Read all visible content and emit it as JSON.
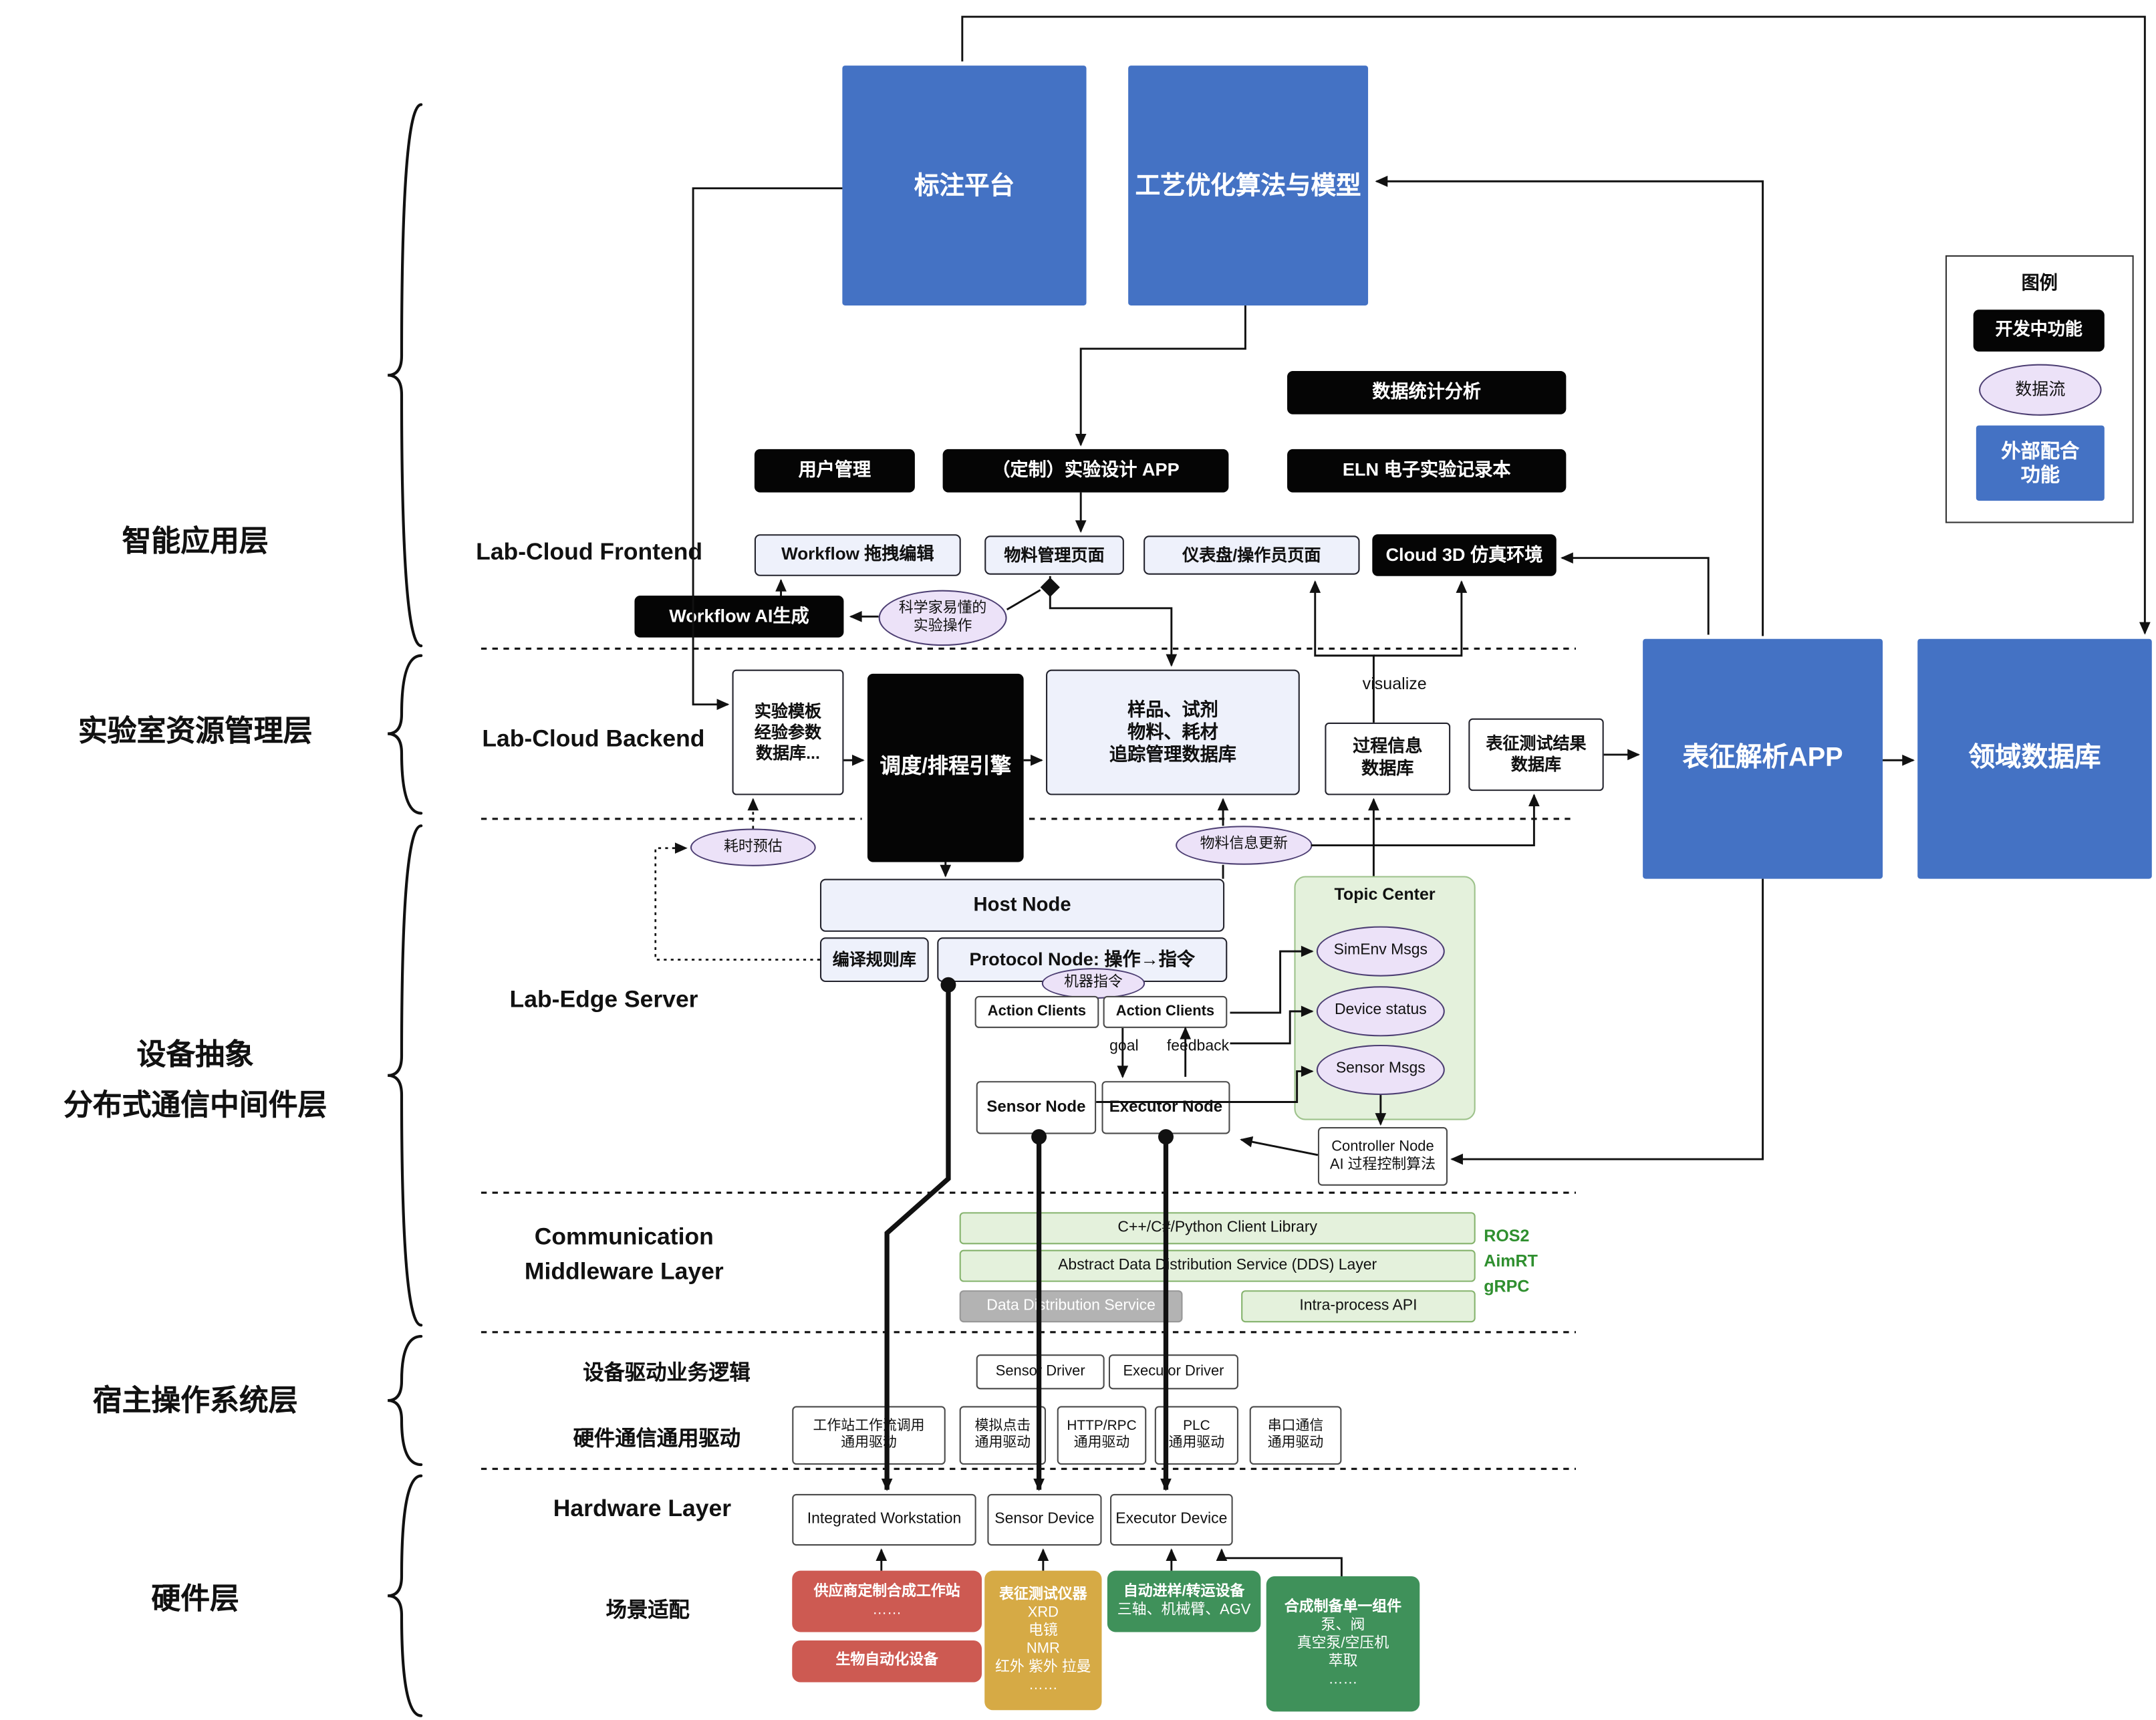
{
  "layers": {
    "app": "智能应用层",
    "resource": "实验室资源管理层",
    "middleware_line1": "设备抽象",
    "middleware_line2": "分布式通信中间件层",
    "host_os": "宿主操作系统层",
    "hardware": "硬件层"
  },
  "sections": {
    "frontend": "Lab-Cloud Frontend",
    "backend": "Lab-Cloud Backend",
    "edge": "Lab-Edge Server",
    "comm1": "Communication",
    "comm2": "Middleware Layer",
    "driver_logic": "设备驱动业务逻辑",
    "hw_comm": "硬件通信通用驱动",
    "hw_layer": "Hardware Layer",
    "scene": "场景适配"
  },
  "app_layer": {
    "annotation_platform": "标注平台",
    "process_opt": "工艺优化算法与模型",
    "data_stats": "数据统计分析",
    "user_mgmt": "用户管理",
    "exp_design": "（定制）实验设计 APP",
    "eln": "ELN 电子实验记录本",
    "workflow_edit": "Workflow 拖拽编辑",
    "material_page": "物料管理页面",
    "dashboard_page": "仪表盘/操作员页面",
    "cloud3d": "Cloud 3D 仿真环境",
    "workflow_ai": "Workflow AI生成",
    "sci_ops_line1": "科学家易懂的",
    "sci_ops_line2": "实验操作"
  },
  "backend_layer": {
    "template_db_line1": "实验模板",
    "template_db_line2": "经验参数",
    "template_db_line3": "数据库...",
    "scheduler": "调度/排程引擎",
    "sample_db_line1": "样品、试剂",
    "sample_db_line2": "物料、耗材",
    "sample_db_line3": "追踪管理数据库",
    "process_db_line1": "过程信息",
    "process_db_line2": "数据库",
    "charact_db_line1": "表征测试结果",
    "charact_db_line2": "数据库",
    "visualize": "visualize",
    "charact_app": "表征解析APP",
    "domain_db": "领域数据库",
    "time_estimate": "耗时预估",
    "material_update": "物料信息更新"
  },
  "edge_layer": {
    "host_node": "Host Node",
    "rule_lib": "编译规则库",
    "protocol_node": "Protocol Node: 操作→指令",
    "machine_cmd": "机器指令",
    "action_clients": "Action Clients",
    "goal": "goal",
    "feedback": "feedback",
    "sensor_node": "Sensor Node",
    "executor_node": "Executor Node",
    "topic_center": "Topic Center",
    "simenv_msgs": "SimEnv Msgs",
    "device_status": "Device status",
    "sensor_msgs": "Sensor Msgs",
    "controller_line1": "Controller Node",
    "controller_line2": "AI 过程控制算法"
  },
  "middleware": {
    "client_lib": "C++/C#/Python Client Library",
    "dds_layer": "Abstract Data Distribution Service (DDS) Layer",
    "dds_service": "Data Distribution Service",
    "intra_api": "Intra-process API",
    "ros2": "ROS2",
    "aimrt": "AimRT",
    "grpc": "gRPC"
  },
  "host_os_layer": {
    "sensor_driver": "Sensor Driver",
    "executor_driver": "Executor Driver",
    "hw_drivers": [
      {
        "l1": "工作站工作流调用",
        "l2": "通用驱动"
      },
      {
        "l1": "模拟点击",
        "l2": "通用驱动"
      },
      {
        "l1": "HTTP/RPC",
        "l2": "通用驱动"
      },
      {
        "l1": "PLC",
        "l2": "通用驱动"
      },
      {
        "l1": "串口通信",
        "l2": "通用驱动"
      }
    ]
  },
  "hardware_layer": {
    "workstation": "Integrated Workstation",
    "sensor_device": "Sensor Device",
    "executor_device": "Executor Device",
    "vendor_ws_line1": "供应商定制合成工作站",
    "vendor_ws_line2": "……",
    "bio_auto": "生物自动化设备",
    "charact_title": "表征测试仪器",
    "charact_items": [
      "XRD",
      "电镜",
      "NMR",
      "红外 紫外 拉曼",
      "……"
    ],
    "transfer_title": "自动进样/转运设备",
    "transfer_sub": "三轴、机械臂、AGV",
    "synth_title": "合成制备单一组件",
    "synth_items": [
      "泵、阀",
      "真空泵/空压机",
      "萃取",
      "……"
    ]
  },
  "legend": {
    "title": "图例",
    "dev": "开发中功能",
    "dataflow": "数据流",
    "external_line1": "外部配合",
    "external_line2": "功能"
  },
  "colors": {
    "accent_blue": "#4472c4",
    "dev_black": "#050505",
    "lavender_panel": "#eef1fb",
    "data_flow_purple": "#ece2f8",
    "middleware_green": "#e4f1dc",
    "scene_red": "#cd5a52",
    "scene_gold": "#d6aa45",
    "scene_green": "#3f915a"
  }
}
